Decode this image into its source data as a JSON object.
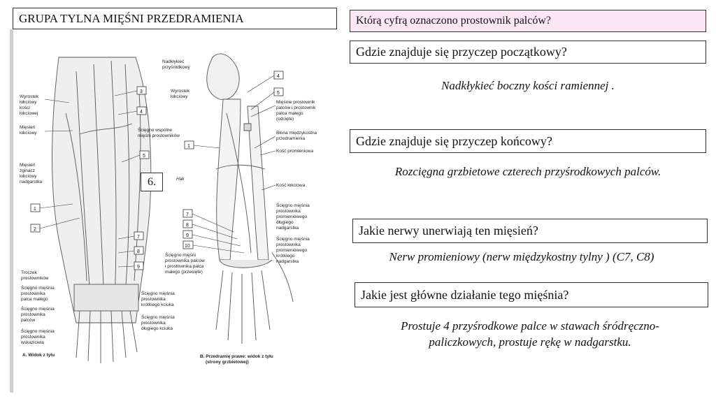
{
  "slide_title": "GRUPA TYLNA MIĘŚNI PRZEDRAMIENIA",
  "marker": "6.",
  "figure": {
    "left_labels": [
      "Wyrostek",
      "łokciowy",
      "kości",
      "łokciowej",
      "Mięsień",
      "łokciowy",
      "Mięsień",
      "zginacz",
      "łokciowy",
      "nadgarstka"
    ],
    "tendon_common": [
      "Ścięgno wspólne",
      "mięśni prostowników"
    ],
    "bottom_left_labels": [
      "Troczek",
      "prostowników",
      "Ścięgno mięśnia",
      "prostownika",
      "palca małego",
      "Ścięgno mięśnia",
      "prostownika",
      "palców",
      "Ścięgno mięśnia",
      "prostownika",
      "wskaziciela"
    ],
    "bottom_mid_labels": [
      "Ścięgno mięśnia",
      "prostownika",
      "krótkiego kciuka",
      "Ścięgno mięśnia",
      "prostownika",
      "długiego kciuka"
    ],
    "caption_a": "A. Widok z tyłu",
    "right_top_labels": [
      "Nadkłykieć",
      "przyśrodkowy",
      "Wyrostek",
      "łokciowy"
    ],
    "right_side_labels": [
      "Mięśnie prostownik",
      "palców i prostownik",
      "palca małego",
      "(odcięte)",
      "Błona międzykostna",
      "przedramienia",
      "Kość promieniowa",
      "Kość łokciowa",
      "Ścięgno mięśnia",
      "prostownika",
      "promieniowego",
      "długiego",
      "nadgarstka",
      "Ścięgno mięśnia",
      "prostownika",
      "promieniowego",
      "krótkiego",
      "nadgarstka"
    ],
    "hak": "Hak",
    "right_bottom_labels": [
      "Ścięgno mięśni",
      "prostownika palców",
      "i prostownika palca",
      "małego (przecięte)"
    ],
    "caption_b": [
      "B. Przedramię prawe: widok z tyłu",
      "(strony grzbietowej)"
    ],
    "numbers_a": [
      "3",
      "4",
      "5",
      "1",
      "2",
      "7",
      "8",
      "9"
    ],
    "numbers_b": [
      "4",
      "5",
      "1",
      "7",
      "8",
      "9",
      "10"
    ]
  },
  "questions": [
    {
      "q": "Którą cyfrą oznaczono prostownik palców?",
      "a": ""
    },
    {
      "q": "Gdzie znajduje się przyczep początkowy?",
      "a": "Nadkłykieć boczny kości ramiennej ."
    },
    {
      "q": "Gdzie znajduje się przyczep końcowy?",
      "a": "Rozcięgna grzbietowe czterech przyśrodkowych palców."
    },
    {
      "q": "Jakie nerwy unerwiają ten mięsień?",
      "a": "Nerw promieniowy (nerw międzykostny tylny ) (C7, C8)"
    },
    {
      "q": "Jakie jest główne działanie tego mięśnia?",
      "a": "Prostuje 4 przyśrodkowe palce w stawach śródręczno-paliczkowych, prostuje rękę w nadgarstku."
    }
  ],
  "colors": {
    "highlight_box": "#fbe6f4",
    "border": "#333333"
  }
}
